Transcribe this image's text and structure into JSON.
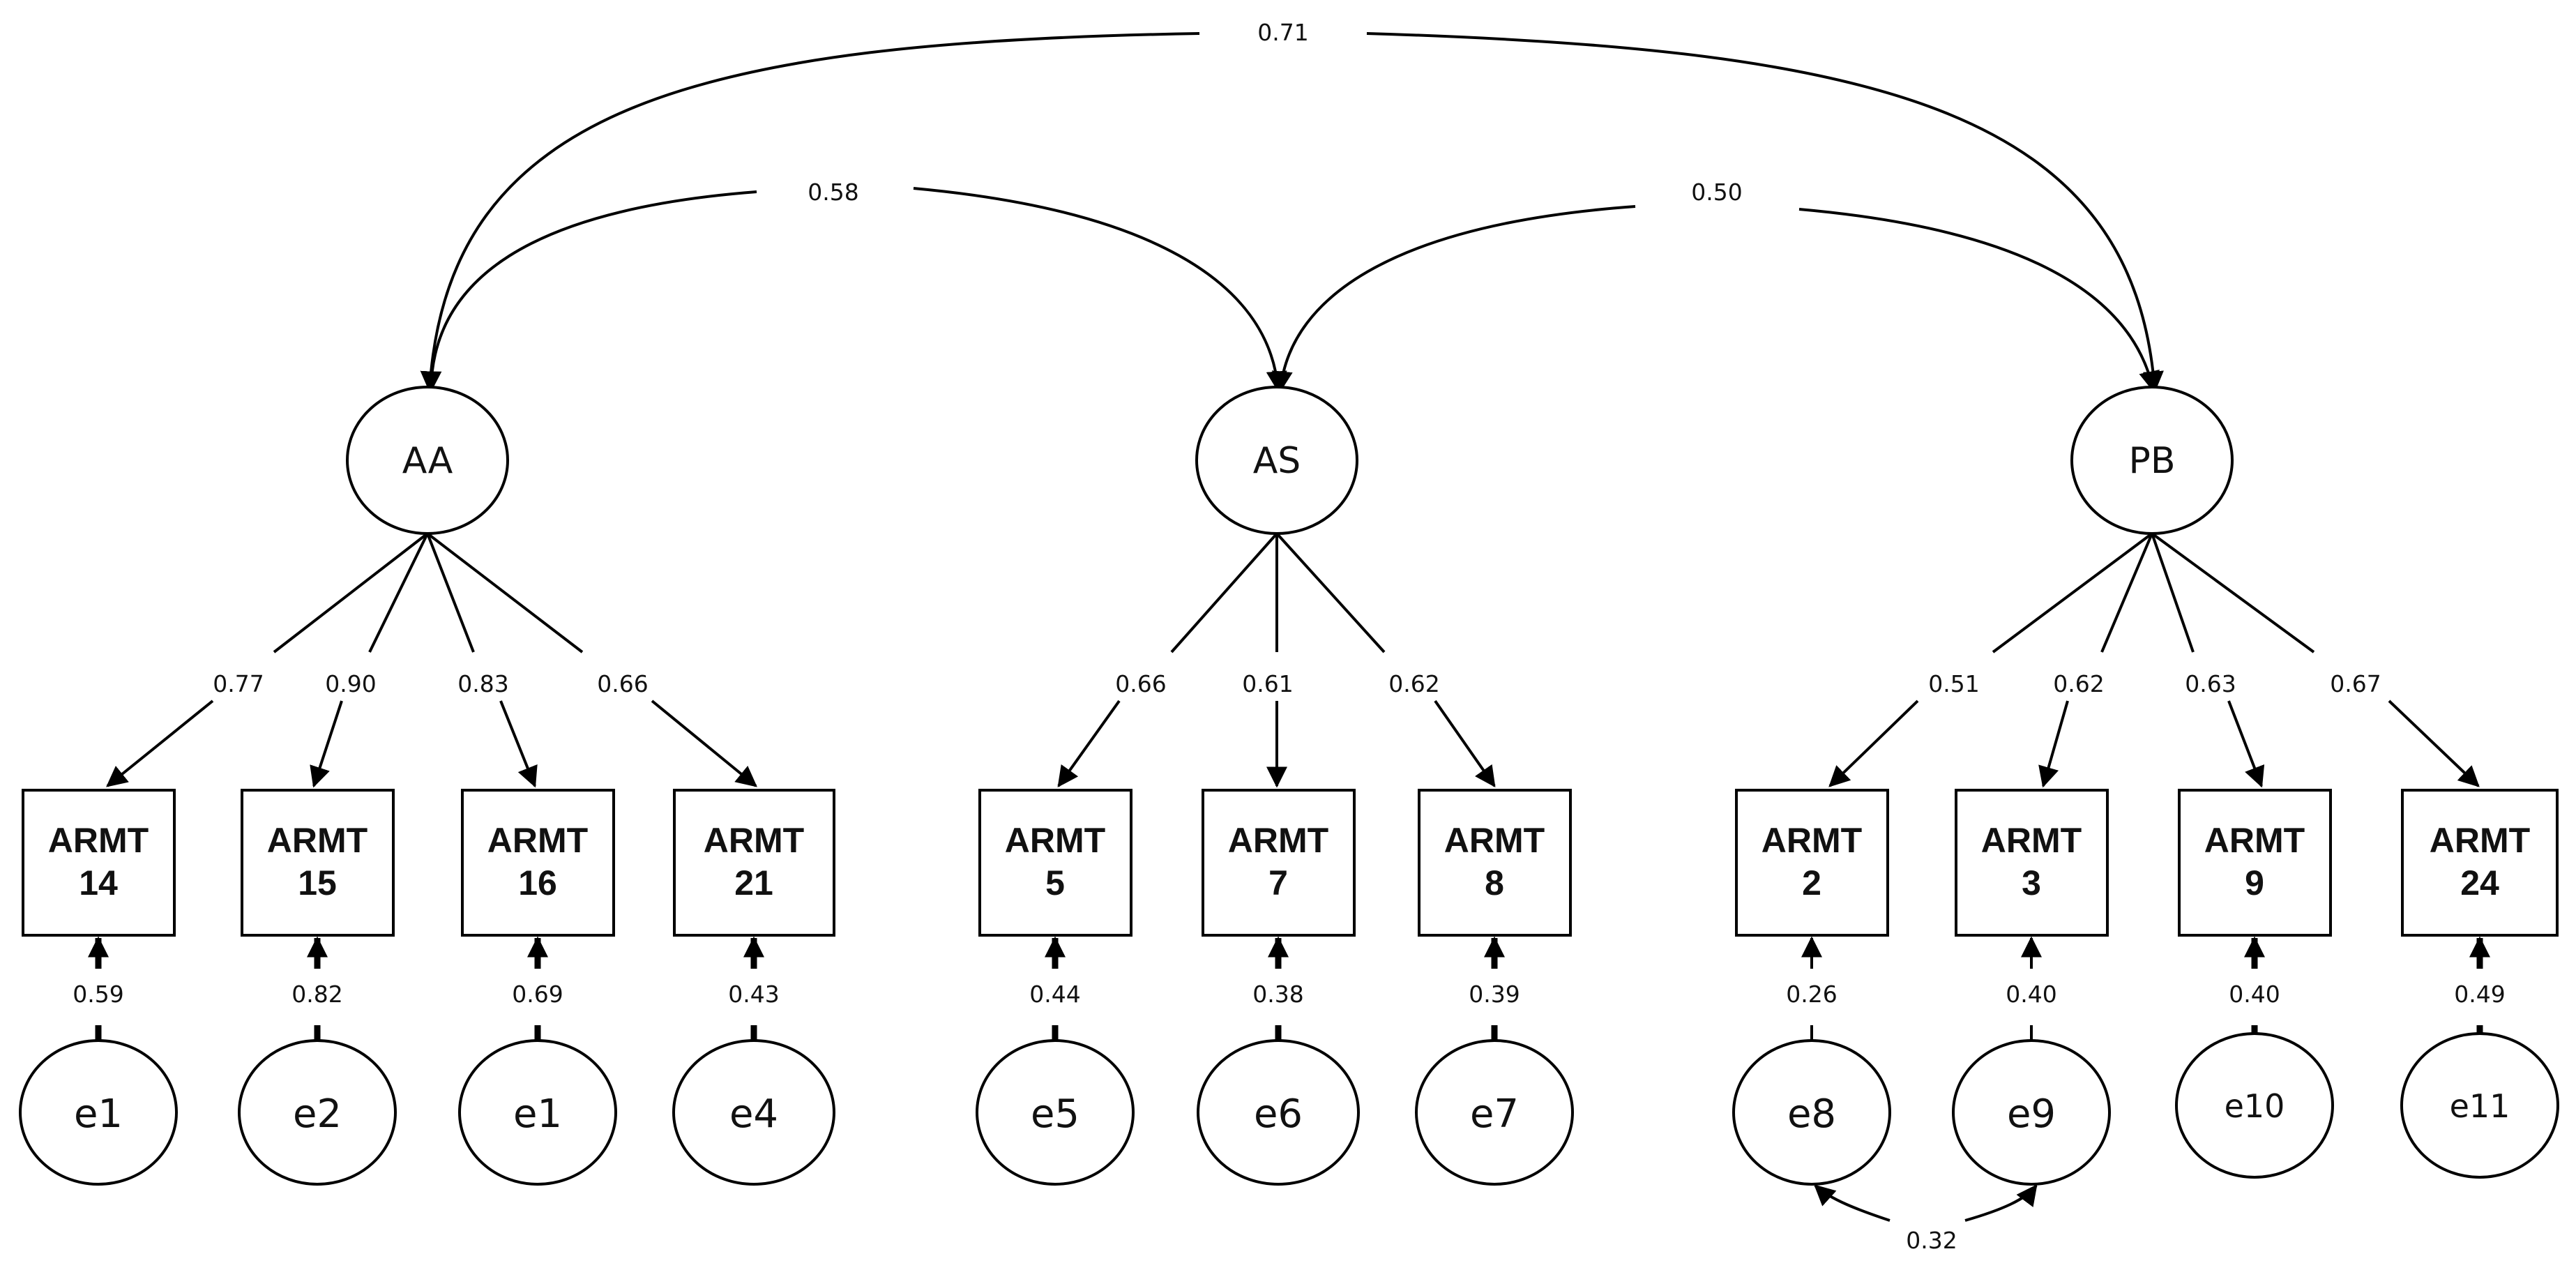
{
  "colors": {
    "line": "#000000",
    "background": "#ffffff",
    "text": "#111111"
  },
  "factors": [
    {
      "id": "AA",
      "label": "AA"
    },
    {
      "id": "AS",
      "label": "AS"
    },
    {
      "id": "PB",
      "label": "PB"
    }
  ],
  "factor_correlations": [
    {
      "from": "AA",
      "to": "PB",
      "value": "0.71"
    },
    {
      "from": "AA",
      "to": "AS",
      "value": "0.58"
    },
    {
      "from": "AS",
      "to": "PB",
      "value": "0.50"
    }
  ],
  "indicators": [
    {
      "factor": "AA",
      "line1": "ARMT",
      "line2": "14",
      "loading": "0.77",
      "error": "e1",
      "error_coef": "0.59"
    },
    {
      "factor": "AA",
      "line1": "ARMT",
      "line2": "15",
      "loading": "0.90",
      "error": "e2",
      "error_coef": "0.82"
    },
    {
      "factor": "AA",
      "line1": "ARMT",
      "line2": "16",
      "loading": "0.83",
      "error": "e1",
      "error_coef": "0.69"
    },
    {
      "factor": "AA",
      "line1": "ARMT",
      "line2": "21",
      "loading": "0.66",
      "error": "e4",
      "error_coef": "0.43"
    },
    {
      "factor": "AS",
      "line1": "ARMT",
      "line2": "5",
      "loading": "0.66",
      "error": "e5",
      "error_coef": "0.44"
    },
    {
      "factor": "AS",
      "line1": "ARMT",
      "line2": "7",
      "loading": "0.61",
      "error": "e6",
      "error_coef": "0.38"
    },
    {
      "factor": "AS",
      "line1": "ARMT",
      "line2": "8",
      "loading": "0.62",
      "error": "e7",
      "error_coef": "0.39"
    },
    {
      "factor": "PB",
      "line1": "ARMT",
      "line2": "2",
      "loading": "0.51",
      "error": "e8",
      "error_coef": "0.26"
    },
    {
      "factor": "PB",
      "line1": "ARMT",
      "line2": "3",
      "loading": "0.62",
      "error": "e9",
      "error_coef": "0.40"
    },
    {
      "factor": "PB",
      "line1": "ARMT",
      "line2": "9",
      "loading": "0.63",
      "error": "e10",
      "error_coef": "0.40"
    },
    {
      "factor": "PB",
      "line1": "ARMT",
      "line2": "24",
      "loading": "0.67",
      "error": "e11",
      "error_coef": "0.49"
    }
  ],
  "error_covariances": [
    {
      "from": "e8",
      "to": "e9",
      "value": "0.32"
    }
  ]
}
